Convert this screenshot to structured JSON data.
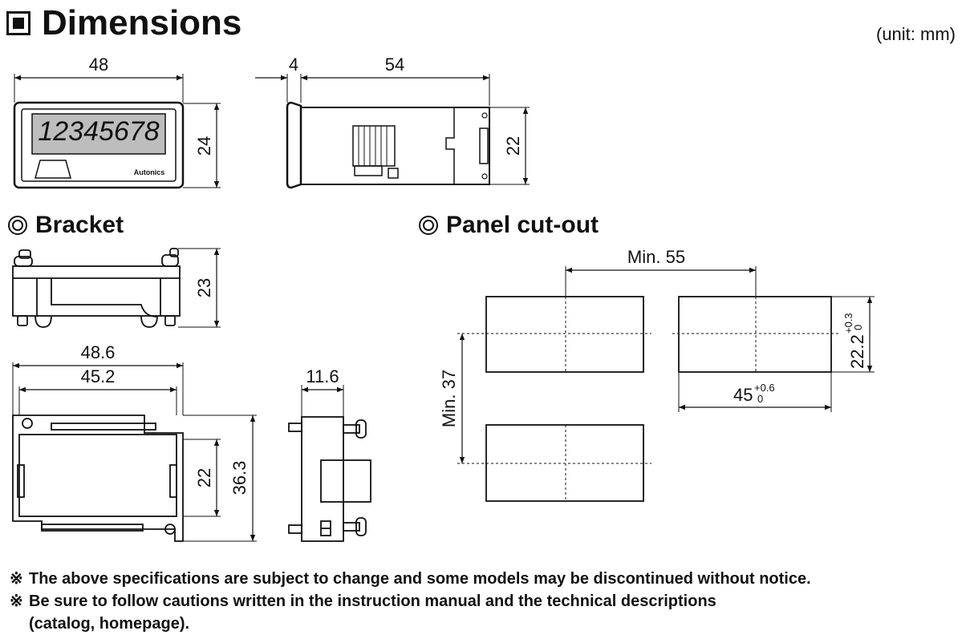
{
  "header": {
    "title": "Dimensions",
    "unit": "(unit: mm)"
  },
  "sections": {
    "bracket": "Bracket",
    "cutout": "Panel cut-out"
  },
  "display": {
    "digits": "12345678",
    "brand": "Autonics"
  },
  "dims": {
    "front_width": "48",
    "front_height": "24",
    "side_bezel": "4",
    "side_depth": "54",
    "side_height": "22",
    "bracket_height": "23",
    "bracket_outer": "48.6",
    "bracket_inner": "45.2",
    "bracket_inner_h": "22",
    "bracket_outer_h": "36.3",
    "bracket_side": "11.6",
    "cut_min_h": "Min. 55",
    "cut_min_v": "Min. 37",
    "cut_w_base": "45",
    "cut_w_tol_plus": "+0.6",
    "cut_w_tol_zero": "0",
    "cut_h_base": "22.2",
    "cut_h_tol_plus": "+0.3",
    "cut_h_tol_zero": "0"
  },
  "notes": {
    "mark": "※",
    "line1": "The above specifications are subject to change and some models may be discontinued without notice.",
    "line2": "Be sure to follow cautions written in the instruction manual and the technical descriptions",
    "line3": "(catalog, homepage)."
  }
}
